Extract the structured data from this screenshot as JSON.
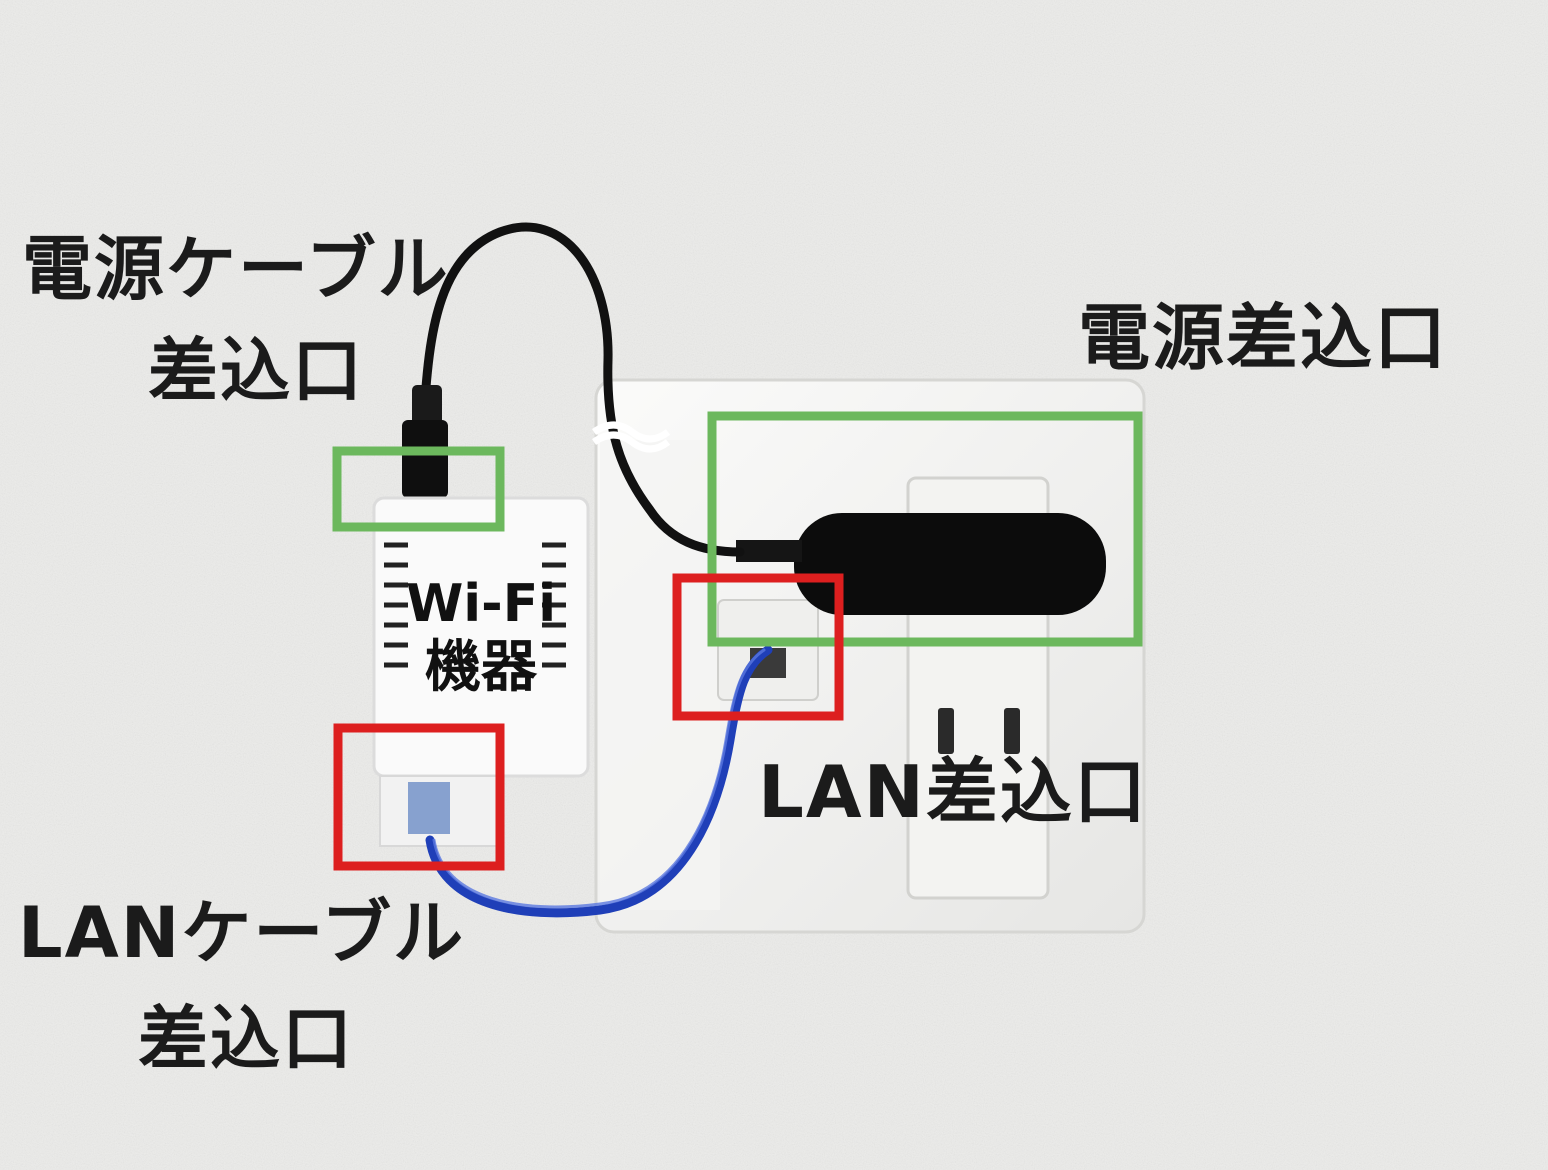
{
  "labels": {
    "power_cable_port_line1": "電源ケーブル",
    "power_cable_port_line2": "差込口",
    "power_outlet": "電源差込口",
    "lan_port": "LAN差込口",
    "lan_cable_port_line1": "LANケーブル",
    "lan_cable_port_line2": "差込口"
  },
  "device": {
    "line1": "Wi-Fi",
    "line2": "機器"
  },
  "colors": {
    "power_highlight": "#6cb85d",
    "lan_highlight": "#dd1f1f",
    "lan_cable": "#1f3fb8",
    "power_cable": "#111111",
    "wall": "#ececea"
  }
}
